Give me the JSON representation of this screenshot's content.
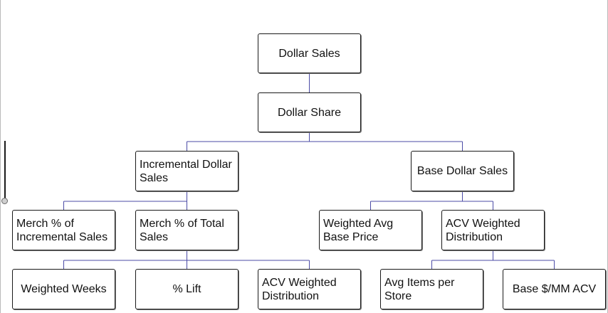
{
  "tree": {
    "root": "Dollar Sales",
    "share": "Dollar Share",
    "incremental": "Incremental Dollar Sales",
    "base": "Base Dollar Sales",
    "merch_pct_incremental": "Merch % of Incremental Sales",
    "merch_pct_total": "Merch % of Total Sales",
    "weighted_avg_base_price": "Weighted Avg Base Price",
    "acv_weighted_distribution_upper": "ACV Weighted Distribution",
    "weighted_weeks": "Weighted Weeks",
    "pct_lift": "% Lift",
    "acv_weighted_distribution_lower": "ACV Weighted Distribution",
    "avg_items_per_store": "Avg Items per Store",
    "base_per_mm_acv": "Base $/MM ACV"
  },
  "colors": {
    "connector": "#4b4ba6",
    "node_border": "#1a1a1a",
    "background": "#ffffff"
  }
}
